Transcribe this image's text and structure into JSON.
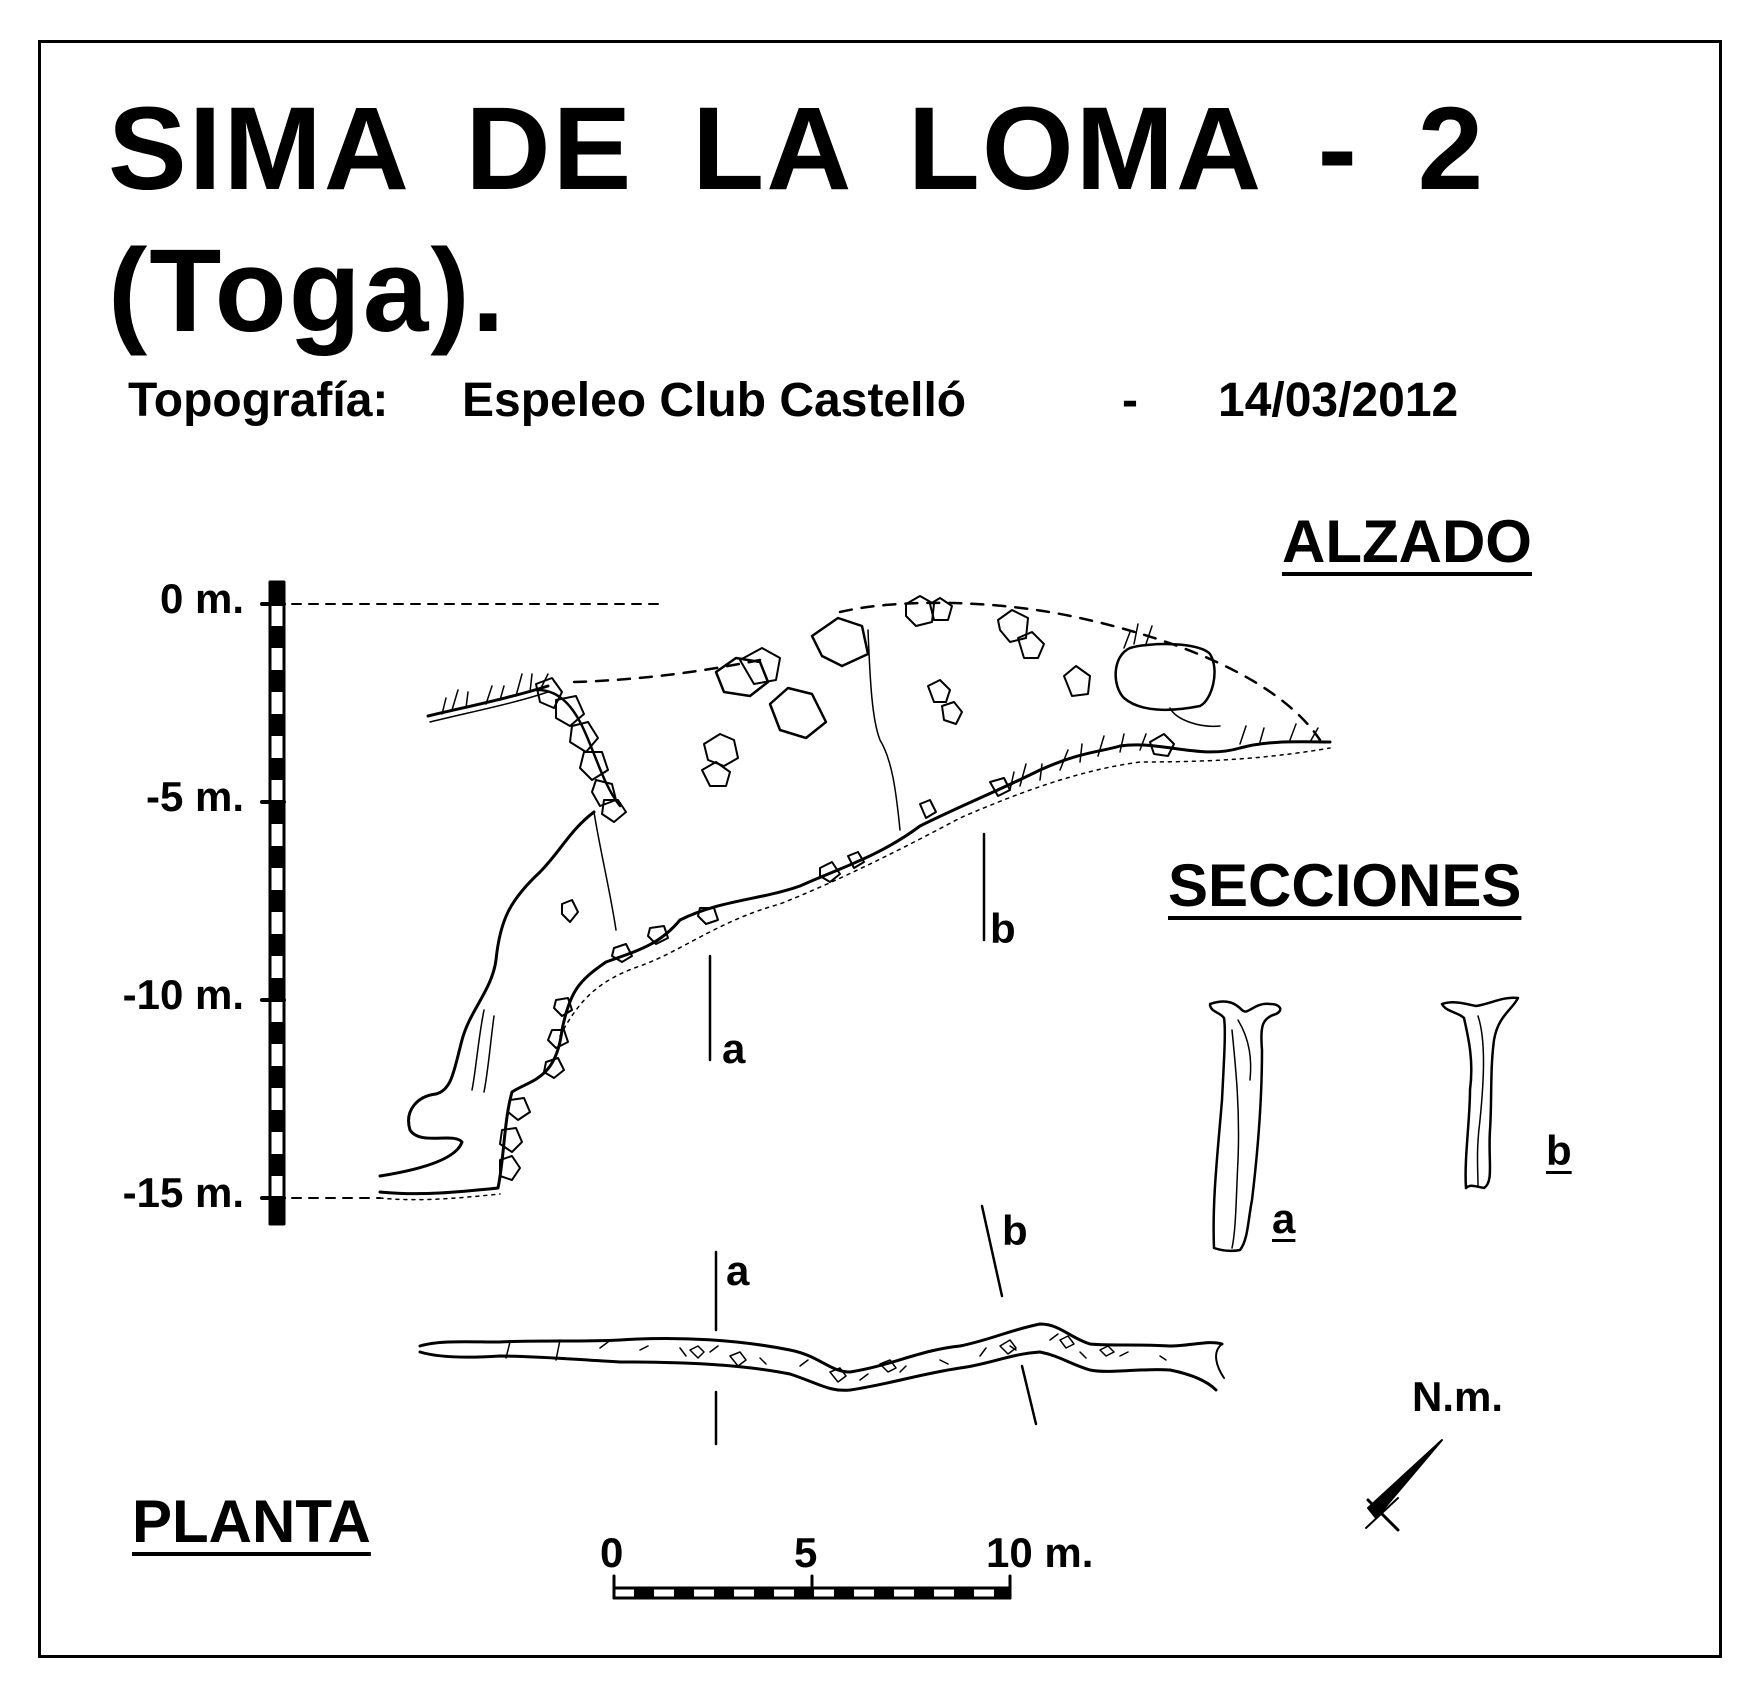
{
  "title": {
    "line1": "SIMA  DE  LA  LOMA - 2",
    "line2": "(Toga)."
  },
  "credit": {
    "label": "Topografía:",
    "author": "Espeleo Club Castelló",
    "separator": "-",
    "date": "14/03/2012"
  },
  "sections": {
    "alzado": "ALZADO",
    "secciones": "SECCIONES",
    "planta": "PLANTA"
  },
  "depth_scale": {
    "ticks": [
      "0 m.",
      "-5 m.",
      "-10 m.",
      "-15 m."
    ]
  },
  "markers": {
    "a": "a",
    "b": "b"
  },
  "horizontal_scale": {
    "ticks": [
      "0",
      "5",
      "10 m."
    ]
  },
  "north": {
    "label": "N.m."
  }
}
